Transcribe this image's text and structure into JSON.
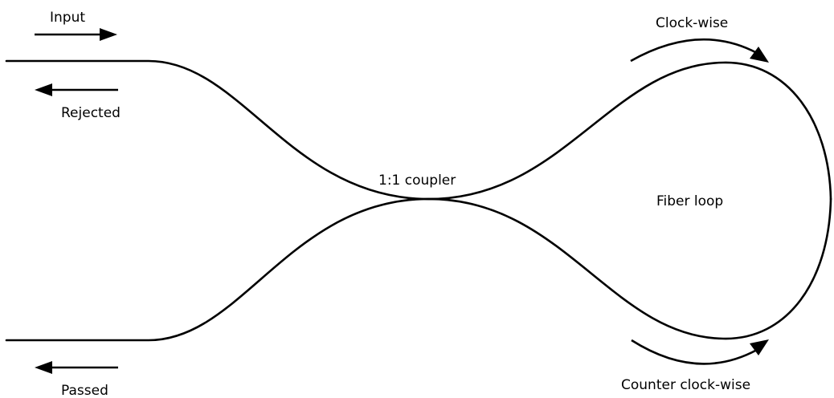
{
  "diagram": {
    "labels": {
      "input": "Input",
      "rejected": "Rejected",
      "passed": "Passed",
      "coupler": "1:1 coupler",
      "fiber_loop": "Fiber loop",
      "clockwise": "Clock-wise",
      "counter_clockwise": "Counter clock-wise"
    },
    "colors": {
      "line": "#000000",
      "background": "#ffffff"
    }
  }
}
